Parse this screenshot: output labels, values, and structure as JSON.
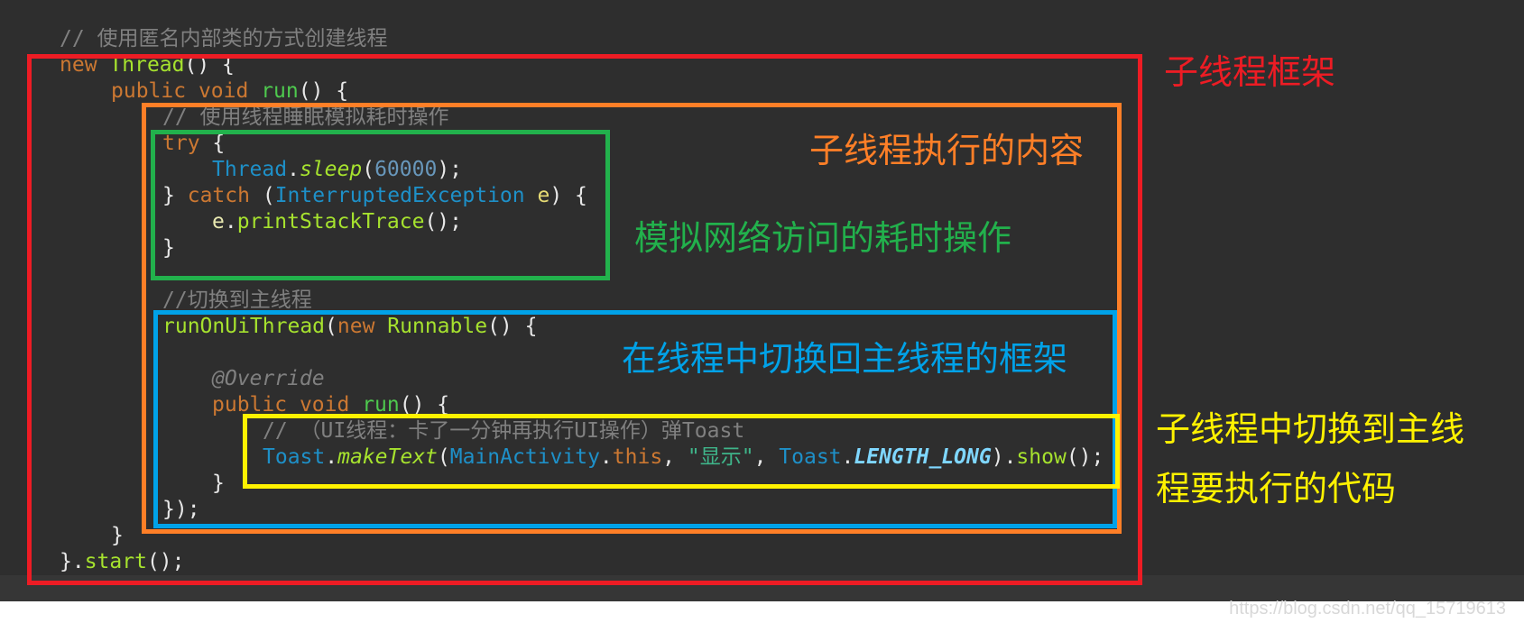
{
  "code": {
    "comment_anon": "// 使用匿名内部类的方式创建线程",
    "new_kw": "new",
    "thread_cls": "Thread",
    "paren_brace": "() {",
    "public_kw": "public",
    "void_kw": "void",
    "run_fn": "run",
    "comment_sleep": "// 使用线程睡眠模拟耗时操作",
    "try_kw": "try",
    "brace_open": " {",
    "thread_type": "Thread",
    "dot": ".",
    "sleep_fn": "sleep",
    "paren_open": "(",
    "sleep_value": "60000",
    "paren_close_semi": ");",
    "close_brace": "}",
    "catch_kw": "catch",
    "exception_type": "InterruptedException",
    "exception_var": "e",
    "paren_close_brace": ") {",
    "e_var": "e",
    "print_fn": "printStackTrace",
    "empty_call_semi": "();",
    "comment_switch": "//切换到主线程",
    "run_on_ui": "runOnUiThread",
    "runnable_cls": "Runnable",
    "override_ann": "@Override",
    "comment_toast": "// （UI线程：卡了一分钟再执行UI操作）弹Toast",
    "toast_type": "Toast",
    "make_text_fn": "makeText",
    "main_activity": "MainActivity",
    "this_kw": "this",
    "comma": ", ",
    "toast_string": "\"显示\"",
    "length_long": "LENGTH_LONG",
    "paren_close_dot": ").",
    "show_fn": "show",
    "close_runnable": "});",
    "close_start_prefix": "}.",
    "start_fn": "start"
  },
  "annotations": {
    "thread_frame": {
      "text": "子线程框架",
      "color": "#ed1c24"
    },
    "thread_content": {
      "text": "子线程执行的内容",
      "color": "#ff7f27"
    },
    "network_sim": {
      "text": "模拟网络访问的耗时操作",
      "color": "#22b14c"
    },
    "switch_main_frame": {
      "text": "在线程中切换回主线程的框架",
      "color": "#00a2e8"
    },
    "main_code_line1": {
      "text": "子线程中切换到主线",
      "color": "#fff200"
    },
    "main_code_line2": {
      "text": "程要执行的代码",
      "color": "#fff200"
    }
  },
  "colors": {
    "background": "#2e2e2e",
    "red_box": "#ed1c24",
    "orange_box": "#ff7f27",
    "green_box": "#22b14c",
    "blue_box": "#00a2e8",
    "yellow_box": "#fff200"
  },
  "watermark": "https://blog.csdn.net/qq_15719613"
}
